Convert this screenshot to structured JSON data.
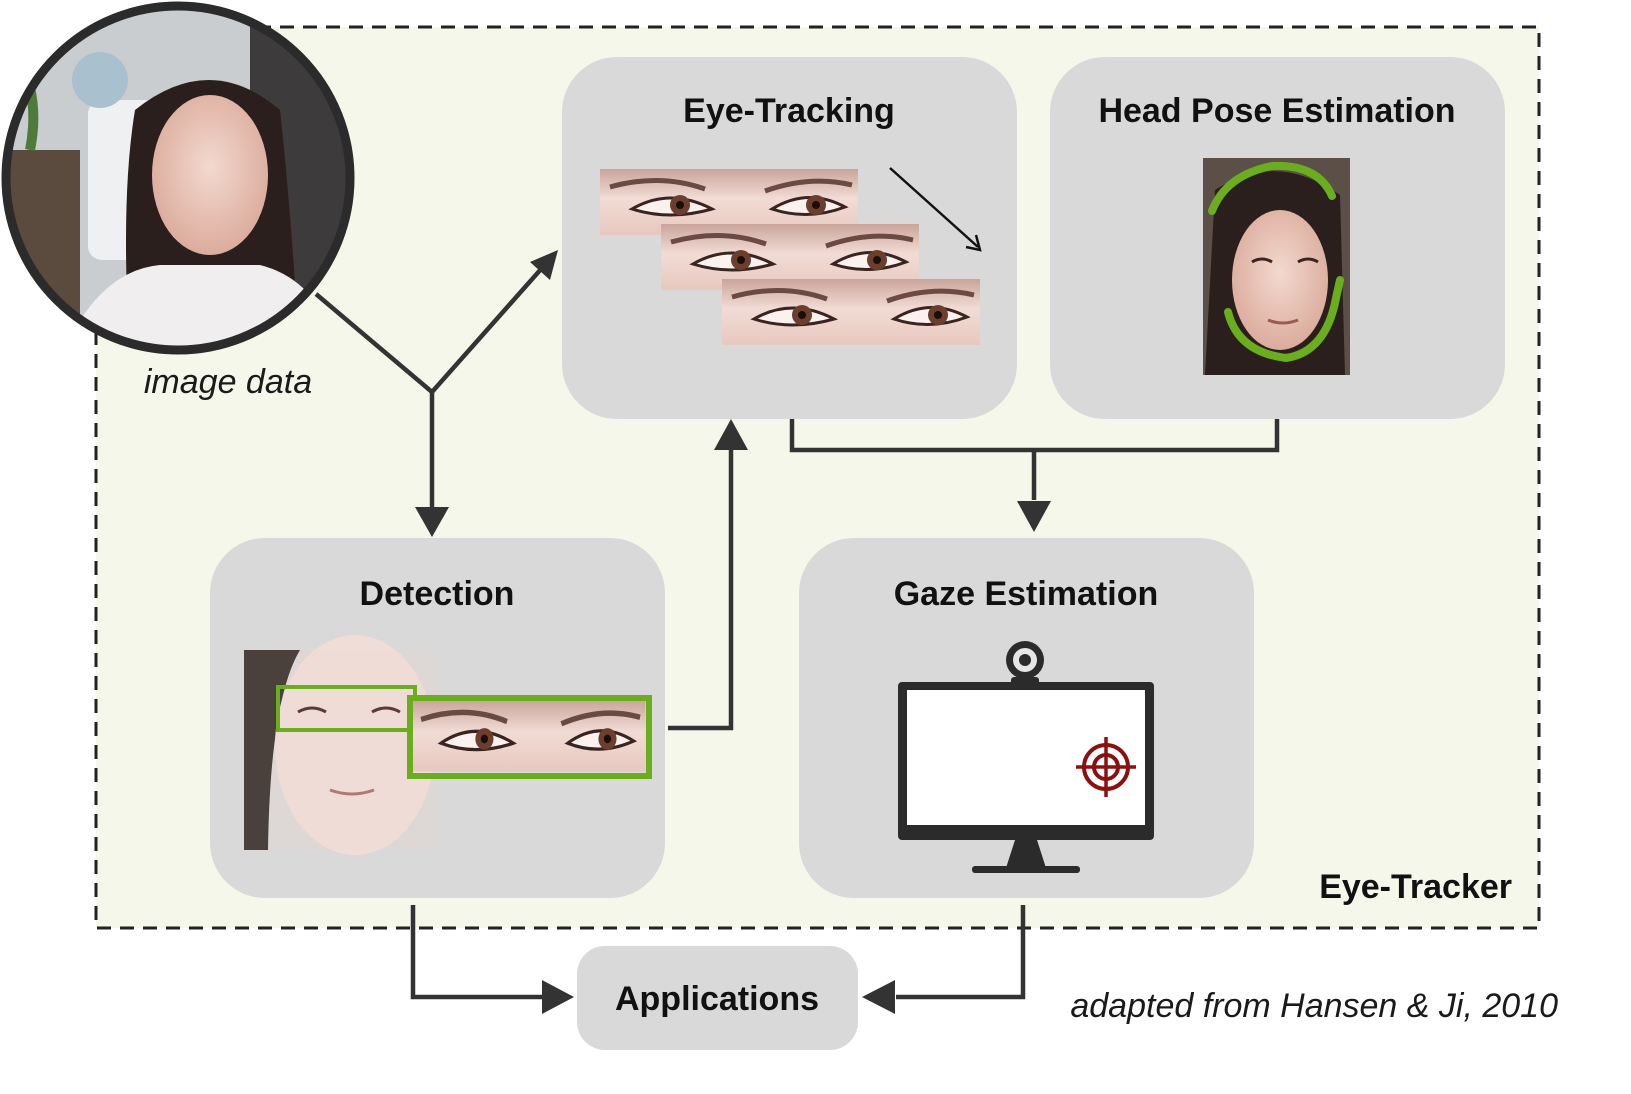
{
  "frame": {
    "label": "Eye-Tracker",
    "fill": "#f5f7ea",
    "stroke": "#222222"
  },
  "input": {
    "caption": "image data"
  },
  "boxes": {
    "eye_tracking": {
      "title": "Eye-Tracking"
    },
    "head_pose": {
      "title": "Head Pose Estimation"
    },
    "detection": {
      "title": "Detection"
    },
    "gaze": {
      "title": "Gaze Estimation"
    },
    "applications": {
      "title": "Applications"
    }
  },
  "source": "adapted from Hansen & Ji, 2010",
  "colors": {
    "box_fill": "#d9d9d9",
    "arrow": "#333333",
    "highlight_green": "#6aad1f",
    "target_red": "#8b1010",
    "skin": "#e9c9bd"
  },
  "icons": {
    "face_photo": "face-photo-icon",
    "eye_strip": "eye-strip-icon",
    "head_outline": "head-pose-outline-icon",
    "monitor": "monitor-icon",
    "webcam": "webcam-icon",
    "target": "crosshair-target-icon"
  }
}
